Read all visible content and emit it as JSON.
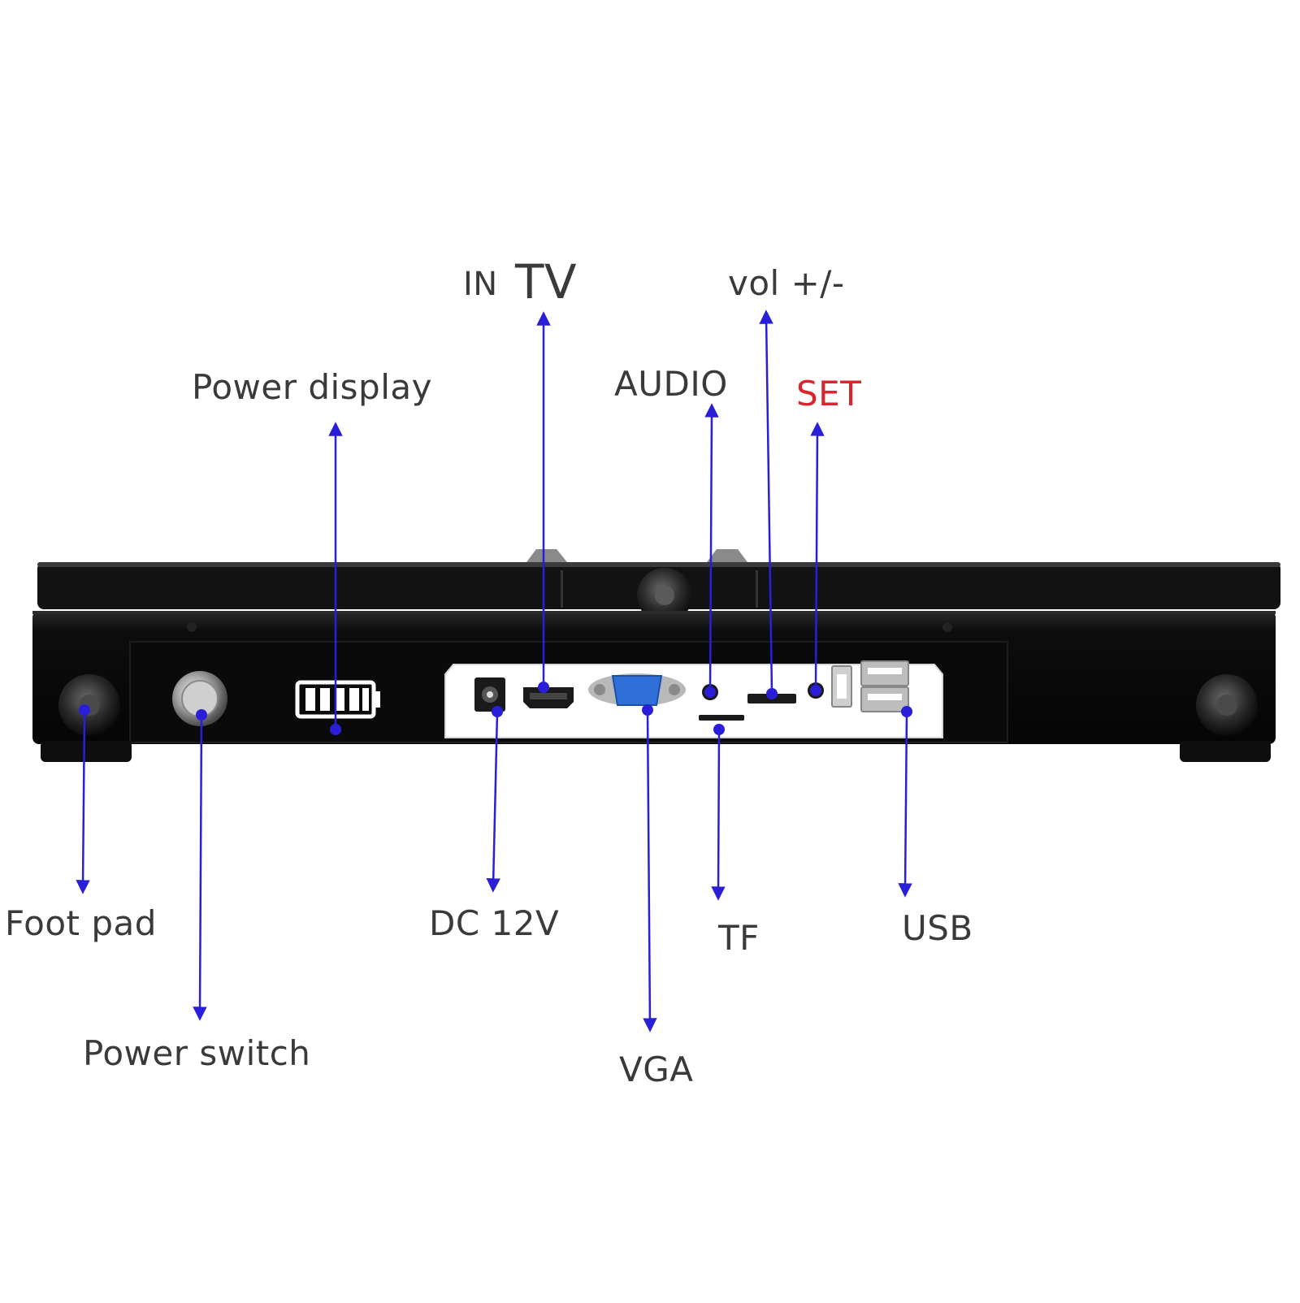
{
  "diagram": {
    "labels": {
      "in": "IN",
      "tv": "TV",
      "vol": "vol +/-",
      "power_display": "Power display",
      "audio": "AUDIO",
      "set": "SET",
      "foot_pad": "Foot pad",
      "dc12v": "DC 12V",
      "tf": "TF",
      "usb": "USB",
      "power_switch": "Power switch",
      "vga": "VGA"
    },
    "colors": {
      "leader_line": "#2a1fd8",
      "label_text": "#3a3a3a",
      "set_label": "#d9262c",
      "device_body": "#0b0b0b",
      "port_panel": "#ffffff",
      "vga_connector": "#2f6fd8"
    },
    "icons": [
      "battery-level-icon",
      "power-button-icon",
      "dc-jack-icon",
      "hdmi-port-icon",
      "vga-port-icon",
      "audio-jack-icon",
      "tf-slot-icon",
      "usb-port-icon",
      "screw-icon"
    ]
  }
}
